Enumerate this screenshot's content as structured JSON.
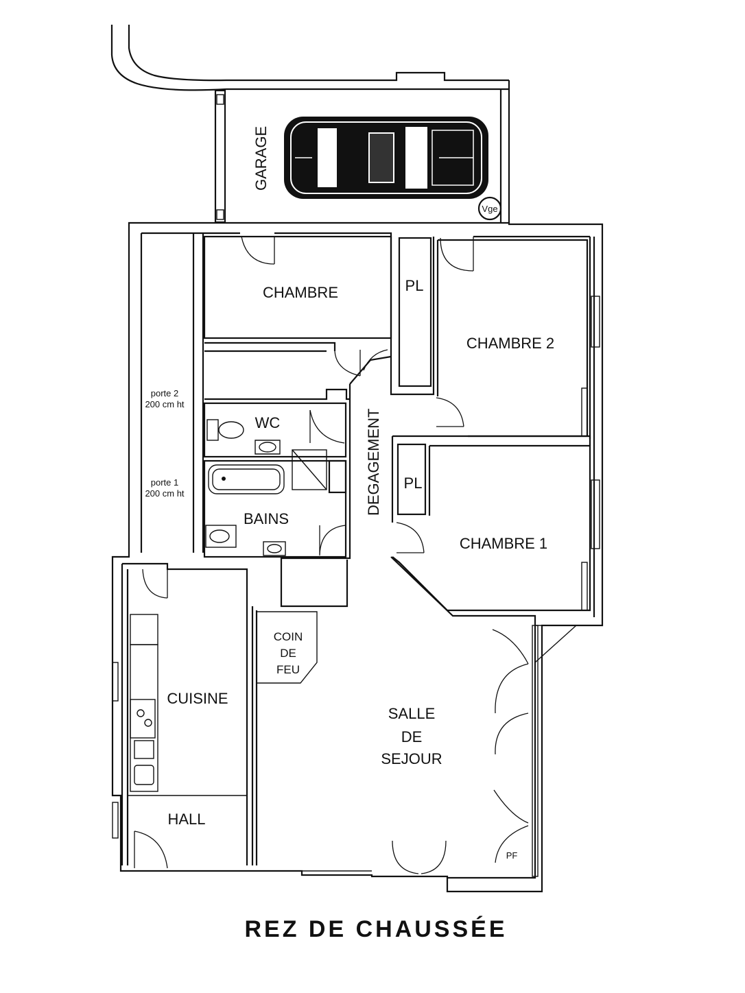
{
  "plan": {
    "title": "REZ DE CHAUSSÉE",
    "rooms": {
      "garage": "GARAGE",
      "vge": "Vge",
      "chambre": "CHAMBRE",
      "pl_top": "PL",
      "chambre2": "CHAMBRE  2",
      "wc": "WC",
      "degagement": "DEGAGEMENT",
      "pl_bottom": "PL",
      "bains": "BAINS",
      "chambre1": "CHAMBRE  1",
      "coin": "COIN",
      "de_coin": "DE",
      "feu": "FEU",
      "cuisine": "CUISINE",
      "salle": "SALLE",
      "de_salle": "DE",
      "sejour": "SEJOUR",
      "hall": "HALL",
      "pf": "PF"
    },
    "doors": {
      "porte2_line1": "porte  2",
      "porte2_line2": "200 cm ht",
      "porte1_line1": "porte  1",
      "porte1_line2": "200 cm ht"
    }
  }
}
